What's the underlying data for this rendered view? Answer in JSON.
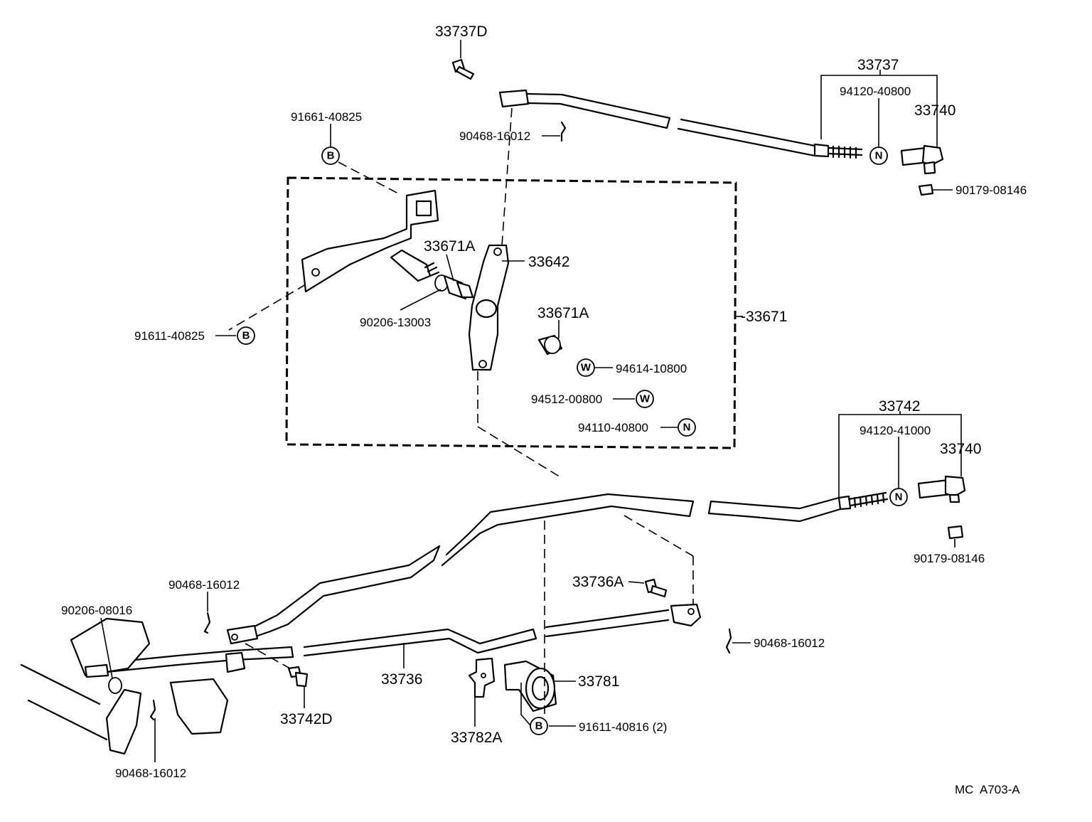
{
  "diagram": {
    "labels": {
      "l_33737D": "33737D",
      "l_33737": "33737",
      "l_94120_40800": "94120-40800",
      "l_33740_top": "33740",
      "l_91661_40825": "91661-40825",
      "l_90468_16012_top": "90468-16012",
      "l_90179_08146_top": "90179-08146",
      "l_33671A_upper": "33671A",
      "l_33642": "33642",
      "l_33671A_lower": "33671A",
      "l_33671": "-33671",
      "l_90206_13003": "90206-13003",
      "l_91611_40825": "91611-40825",
      "l_94614_10800": "94614-10800",
      "l_94512_00800": "94512-00800",
      "l_94110_40800": "94110-40800",
      "l_33742": "33742",
      "l_94120_41000": "94120-41000",
      "l_33740_bottom": "33740",
      "l_90179_08146_bottom": "90179-08146",
      "l_33736A": "33736A",
      "l_90468_16012_left": "90468-16012",
      "l_90206_08016": "90206-08016",
      "l_90468_16012_right": "90468-16012",
      "l_33736": "33736",
      "l_33781": "33781",
      "l_33742D": "33742D",
      "l_33782A": "33782A",
      "l_91611_40816": "91611-40816 (2)",
      "l_90468_16012_bottom": "90468-16012",
      "l_catalog_code": "MC  A703-A"
    },
    "symbols": {
      "B": "B",
      "N": "N",
      "W": "W"
    }
  }
}
